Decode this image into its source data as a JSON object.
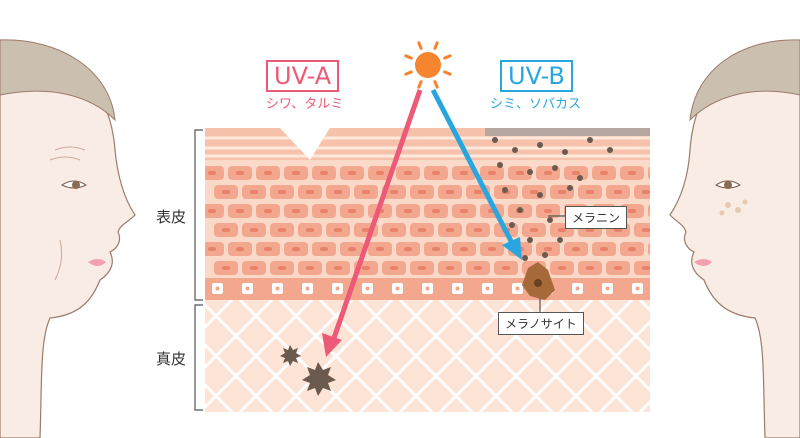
{
  "uva": {
    "label": "UV-A",
    "effect": "シワ、タルミ",
    "color": "#ec5a78"
  },
  "uvb": {
    "label": "UV-B",
    "effect": "シミ、ソバカス",
    "color": "#2aa6df"
  },
  "sun": {
    "color": "#f7842e"
  },
  "layers": {
    "epidermis": "表皮",
    "dermis": "真皮"
  },
  "callouts": {
    "melanin": "メラニン",
    "melanocyte": "メラノサイト"
  },
  "icons": [
    "sun-icon",
    "face-left-aged",
    "face-right-spots"
  ]
}
